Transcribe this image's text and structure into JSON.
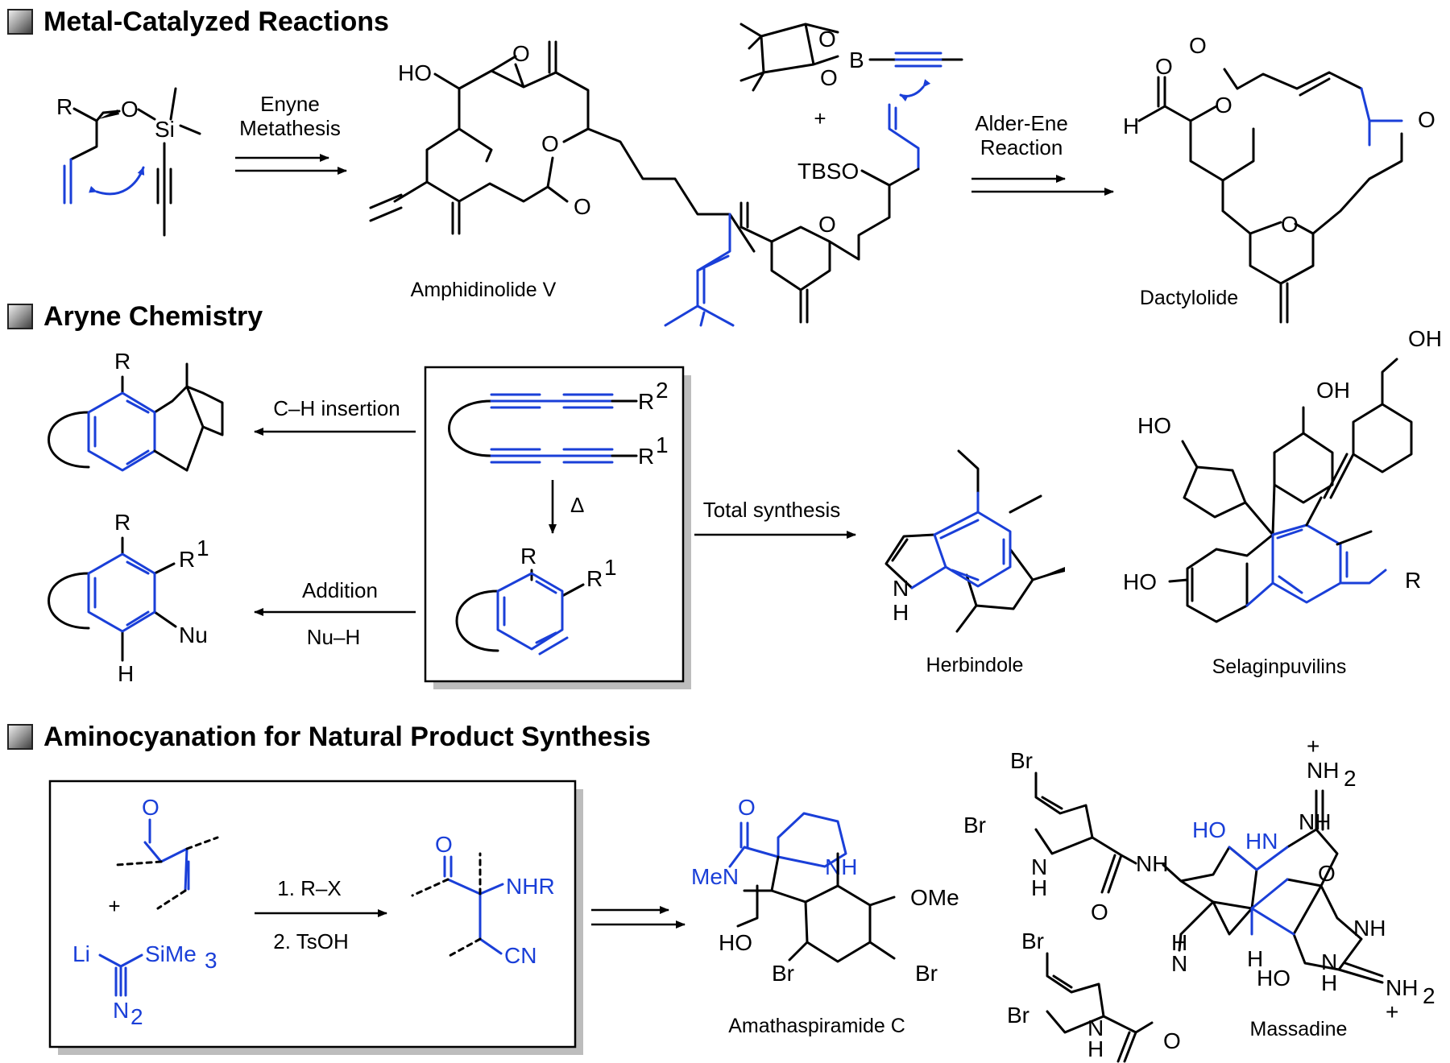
{
  "sections": {
    "metal": "Metal-Catalyzed Reactions",
    "aryne": "Aryne Chemistry",
    "amino": "Aminocyanation for Natural Product Synthesis"
  },
  "reactions": {
    "enyne_line1": "Enyne",
    "enyne_line2": "Metathesis",
    "alder_line1": "Alder-Ene",
    "alder_line2": "Reaction",
    "ch_insertion": "C–H insertion",
    "heat": "Δ",
    "addition": "Addition",
    "nu_h": "Nu–H",
    "total_synthesis": "Total synthesis",
    "step1": "1. R–X",
    "step2": "2. TsOH",
    "plus": "+"
  },
  "compounds": {
    "amphidinolide": "Amphidinolide V",
    "dactylolide": "Dactylolide",
    "herbindole": "Herbindole",
    "selaginpuvilins": "Selaginpuvilins",
    "amathaspiramide": "Amathaspiramide C",
    "massadine": "Massadine"
  },
  "atoms": {
    "R": "R",
    "O": "O",
    "Si": "Si",
    "HO": "HO",
    "B": "B",
    "TBSO": "TBSO",
    "H": "H",
    "R1": "R",
    "R2": "R",
    "sup1": "1",
    "sup2": "2",
    "Nu": "Nu",
    "OH": "OH",
    "N": "N",
    "NH": "NH",
    "NHR": "NHR",
    "CN": "CN",
    "Li": "Li",
    "SiMe3": "SiMe",
    "sub3": "3",
    "N2": "N",
    "sub2": "2",
    "MeN": "MeN",
    "OMe": "OMe",
    "Br": "Br",
    "HN": "HN",
    "NH2": "NH",
    "plus": "+"
  },
  "colors": {
    "highlight": "#1a3fd8",
    "ink": "#000000",
    "shadow": "#bdbdbd"
  },
  "icons": {
    "section_marker": "gray-bevel-square-icon"
  }
}
